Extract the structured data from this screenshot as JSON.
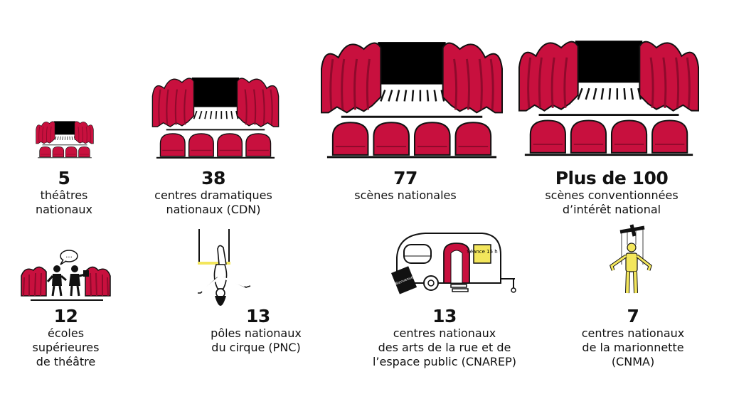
{
  "colors": {
    "curtain": "#c8103e",
    "curtain_dark": "#8f0a2c",
    "stage": "#000000",
    "yellow": "#f3e65c",
    "ink": "#111111"
  },
  "items": [
    {
      "number": "5",
      "label": "théâtres\nnationaux",
      "icon": "theatre-stage-icon"
    },
    {
      "number": "38",
      "label": "centres dramatiques\nnationaux (CDN)",
      "icon": "theatre-stage-icon"
    },
    {
      "number": "77",
      "label": "scènes nationales",
      "icon": "theatre-stage-icon"
    },
    {
      "number": "Plus de 100",
      "label": "scènes conventionnées\nd’intérêt national",
      "icon": "theatre-stage-icon"
    },
    {
      "number": "12",
      "label": "écoles\nsupérieures\nde théâtre",
      "icon": "actors-on-stage-icon",
      "speech_bubble": "..."
    },
    {
      "number": "13",
      "label": "pôles nationaux\ndu cirque (PNC)",
      "icon": "trapeze-acrobat-icon"
    },
    {
      "number": "13",
      "label": "centres nationaux\ndes arts de la rue et de\nl’espace public (CNAREP)",
      "icon": "caravan-icon",
      "signs": [
        "Séance\n15 h",
        "Bienvenue"
      ]
    },
    {
      "number": "7",
      "label": "centres nationaux\nde la marionnette\n(CNMA)",
      "icon": "marionette-icon"
    }
  ]
}
